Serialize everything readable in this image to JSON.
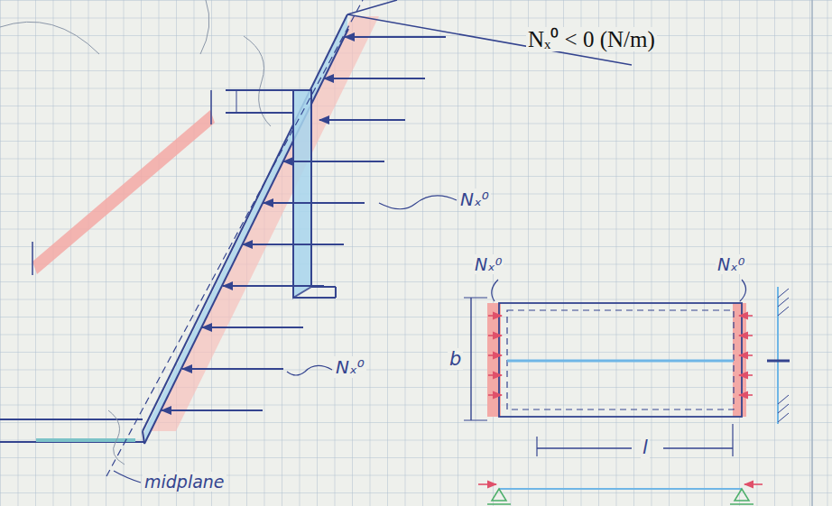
{
  "diagram": {
    "labels": [
      "Nₓ⁰ < 0 (N/m)",
      "Nₓ⁰",
      "Nₓ⁰",
      "Nₓ⁰",
      "Nₓ⁰",
      "b",
      "l",
      "midplane"
    ]
  }
}
